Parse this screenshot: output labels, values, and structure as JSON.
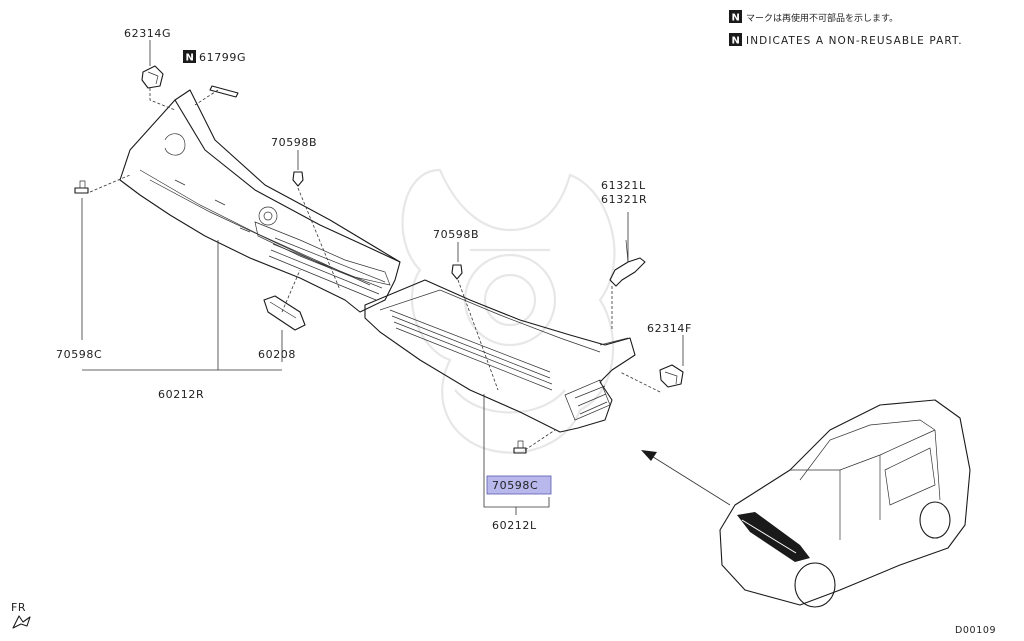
{
  "notes": {
    "jp": "マークは再使用不可部品を示します。",
    "en": "INDICATES A NON-REUSABLE PART.",
    "badge": "N"
  },
  "labels": {
    "p62314G": "62314G",
    "p61799G": "61799G",
    "p70598B_left": "70598B",
    "p70598B_right": "70598B",
    "p70598C_left": "70598C",
    "p70598C_highlight": "70598C",
    "p60208": "60208",
    "p60212R": "60212R",
    "p60212L": "60212L",
    "p61321L": "61321L",
    "p61321R": "61321R",
    "p62314F": "62314F"
  },
  "orientation": "FR",
  "diagram_code": "D00109",
  "colors": {
    "highlight_fill": "#b8b8ec",
    "highlight_stroke": "#5a5ab0",
    "line": "#1a1a1a"
  }
}
